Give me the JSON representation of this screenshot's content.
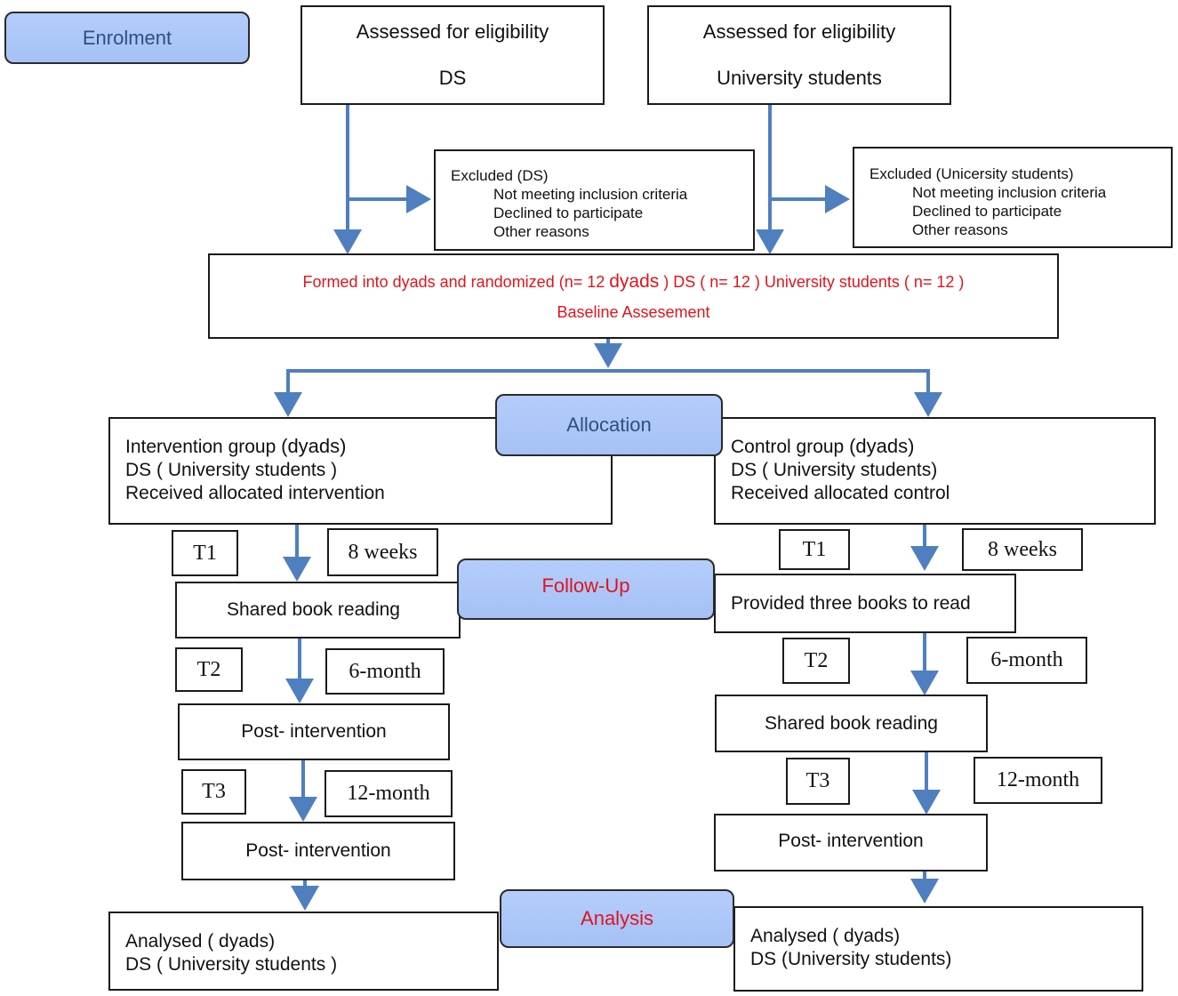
{
  "enrolment": {
    "label": "Enrolment",
    "ds": {
      "title": "Assessed for eligibility",
      "group": "DS"
    },
    "uni": {
      "title": "Assessed for eligibility",
      "group": "University students"
    },
    "excluded_ds": {
      "title": "Excluded (DS)",
      "reasons": [
        "Not meeting inclusion criteria",
        "Declined to participate",
        "Other reasons"
      ]
    },
    "excluded_uni": {
      "title": "Excluded (Unicersity students)",
      "reasons": [
        "Not meeting inclusion criteria",
        "Declined to participate",
        "Other reasons"
      ]
    },
    "randomized": {
      "line1_a": "Formed into dyads and randomized (n= 12 ",
      "line1_b": "dyads",
      "line1_c": " )   DS ( n= 12 )    University students ( n= 12 )",
      "line2": "Baseline Assesement"
    }
  },
  "allocation": {
    "label": "Allocation",
    "intervention": {
      "line1_a": "Intervention group ",
      "line1_b": "(dyads)",
      "line2": "DS ( University students )",
      "line3": "Received allocated intervention"
    },
    "control": {
      "line1_a": "Control group  ",
      "line1_b": "(dyads)",
      "line2": "DS ( University students)",
      "line3": "Received allocated control"
    }
  },
  "follow_up": {
    "label": "Follow-Up",
    "left": {
      "t1": "T1",
      "d1": "8 weeks",
      "step1": "Shared book reading",
      "t2": "T2",
      "d2": "6-month",
      "step2": "Post- intervention",
      "t3": "T3",
      "d3": "12-month",
      "step3": "Post- intervention"
    },
    "right": {
      "t1": "T1",
      "d1": "8 weeks",
      "step1": "Provided three books to read",
      "t2": "T2",
      "d2": "6-month",
      "step2": "Shared book reading",
      "t3": "T3",
      "d3": "12-month",
      "step3": "Post- intervention"
    }
  },
  "analysis": {
    "label": "Analysis",
    "left": {
      "line1": "Analysed ( dyads)",
      "line2": "DS ( University students )"
    },
    "right": {
      "line1": "Analysed ( dyads)",
      "line2": "DS (University students)"
    }
  },
  "colors": {
    "arrow": "#4f7fbf",
    "pill_fill": "#a9c4f8",
    "highlight_text": "#e0141c",
    "stage_text": "#2f4f80"
  }
}
